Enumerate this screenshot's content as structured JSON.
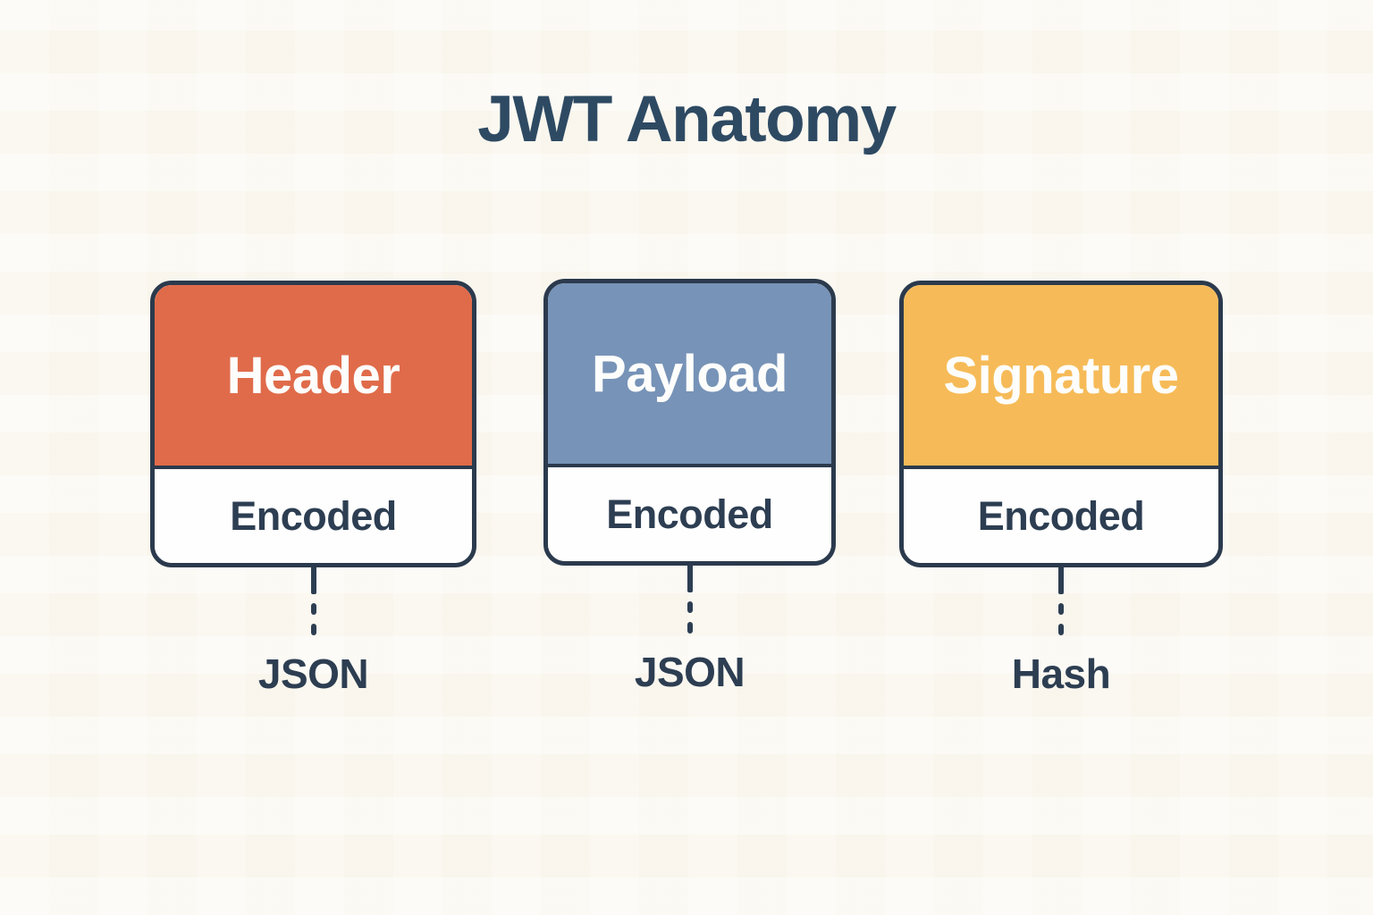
{
  "title": "JWT Anatomy",
  "cards": [
    {
      "name": "Header",
      "state_label": "Encoded",
      "output_label": "JSON",
      "fill_color": "#e06b4a"
    },
    {
      "name": "Payload",
      "state_label": "Encoded",
      "output_label": "JSON",
      "fill_color": "#7793b7"
    },
    {
      "name": "Signature",
      "state_label": "Encoded",
      "output_label": "Hash",
      "fill_color": "#f6bb58"
    }
  ],
  "colors": {
    "background": "#faf7ef",
    "outline": "#2b3a4d",
    "title_text": "#2e4a63",
    "label_text": "#2d3e52",
    "card_body": "#fefefe",
    "header_fill": "#e06b4a",
    "payload_fill": "#7793b7",
    "signature_fill": "#f6bb58"
  }
}
